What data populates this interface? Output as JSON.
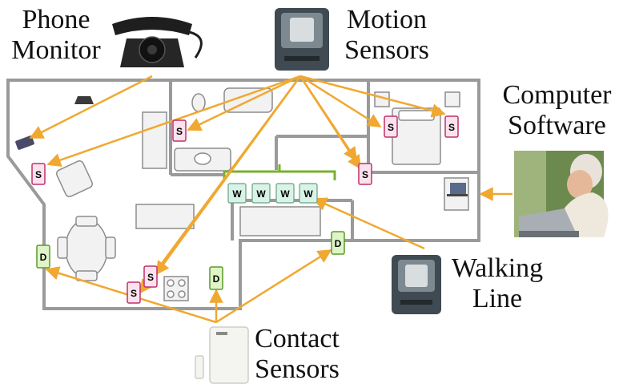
{
  "labels": {
    "phone_monitor": [
      "Phone",
      "Monitor"
    ],
    "motion_sensors": [
      "Motion",
      "Sensors"
    ],
    "computer_software": [
      "Computer",
      "Software"
    ],
    "walking_line": [
      "Walking",
      "Line"
    ],
    "contact_sensors": [
      "Contact",
      "Sensors"
    ]
  },
  "sensor_tags": {
    "motion": "S",
    "walking": "W",
    "door": "D"
  },
  "colors": {
    "arrow": "#f0a830",
    "wall": "#9a9a9a",
    "motion_tag_fill": "#fbe3ee",
    "motion_tag_stroke": "#c0306a",
    "door_tag_fill": "#dff5c8",
    "door_tag_stroke": "#5a9a2a",
    "walking_tag_fill": "#d8f3e8",
    "walking_line": "#7ab030"
  }
}
